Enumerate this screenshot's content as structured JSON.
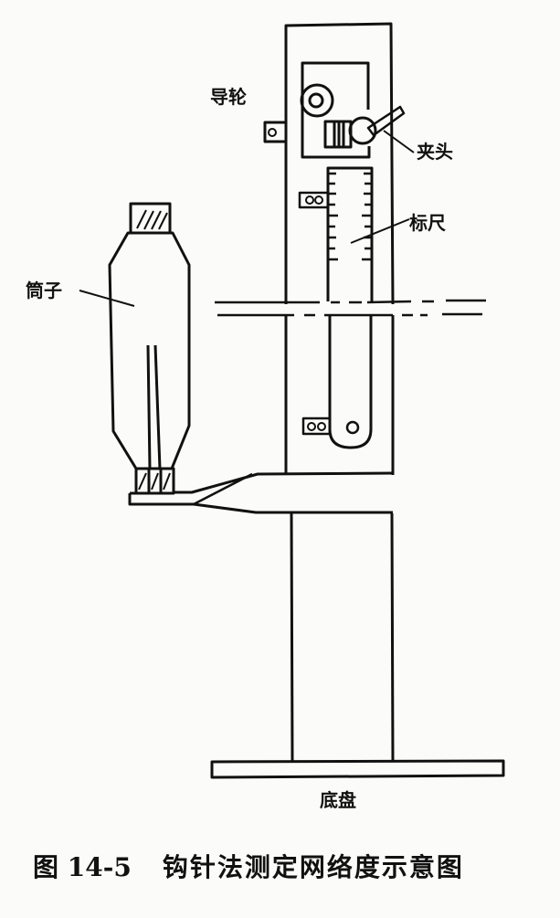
{
  "labels": {
    "guide_wheel": "导轮",
    "clamp_head": "夹头",
    "scale_ruler": "标尺",
    "bobbin": "筒子",
    "base_plate": "底盘"
  },
  "caption": {
    "figure_number": "图 14-5",
    "title": "钩针法测定网络度示意图"
  },
  "colors": {
    "line": "#111111",
    "background": "#fbfbf9"
  }
}
